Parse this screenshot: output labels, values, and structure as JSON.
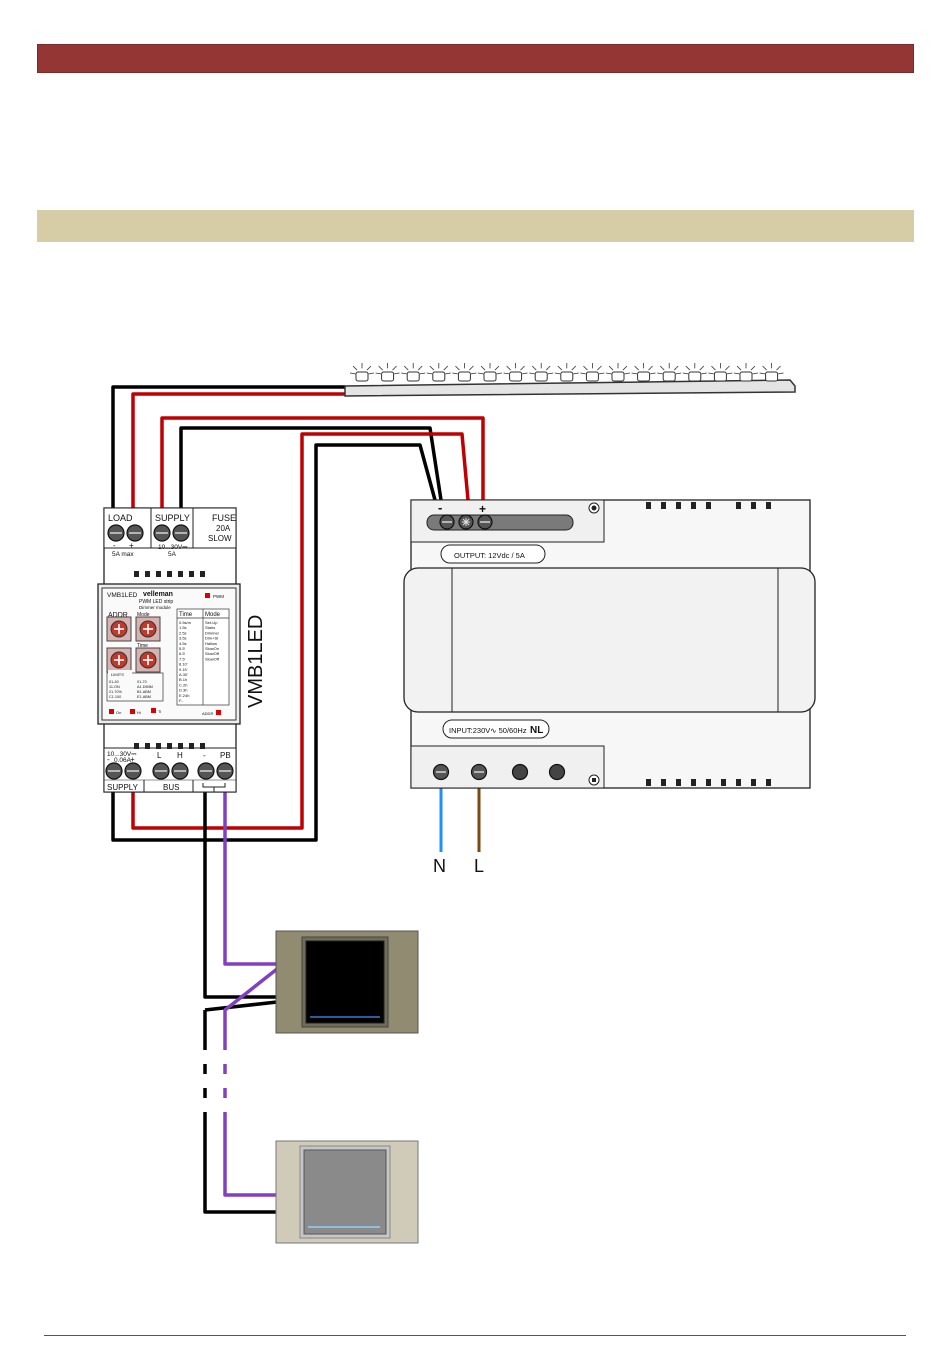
{
  "diagram": {
    "module": {
      "name": "VMB1LED",
      "brand": "velleman",
      "subtitle": "PWM LED strip",
      "subtitle2": "Dimmer module",
      "top_left_group": "LOAD",
      "top_left_polarity_minus": "-",
      "top_left_polarity_plus": "+",
      "top_left_rating": "5A max",
      "top_middle_group": "SUPPLY",
      "top_middle_rating": "10...30V⎓",
      "top_middle_rating2": "5A",
      "fuse_label": "FUSE",
      "fuse_value": "20A",
      "fuse_type": "SLOW",
      "panel_title": "VMB1LED",
      "pwm_label": "PWM",
      "addr_label": "ADDR",
      "mode_label": "Mode",
      "time_label": "Time",
      "table_time_header": "Time",
      "table_mode_header": "Mode",
      "time_values": [
        "0.5s/m",
        "1.5s",
        "2.5s",
        "3.5s",
        "4.5s",
        "5.5'",
        "6.5'",
        "7.5'",
        "8.10'",
        "9.15'",
        "A.30'",
        "B.1h",
        "C.2h",
        "D.3h",
        "E.24h",
        "F.-"
      ],
      "mode_values": [
        "Set-Up",
        "Stairs",
        "Dimmer",
        "Dim+St",
        "Hallow",
        "SlowOn",
        "SlowOff",
        "SlowOff"
      ],
      "limits_label": "LIMITS",
      "limits_left": [
        "01-40",
        "11.ON",
        "21.70%",
        "C1.100"
      ],
      "limits_right": [
        "01-70",
        "A1.DIMM",
        "B1.ABM",
        "E1.ABM"
      ],
      "led_labels": [
        "On",
        "Hi",
        "Ti"
      ],
      "addr_led": "ADDR",
      "bottom_supply_rating": "10...30V⎓",
      "bottom_supply_current": "0.06A",
      "bottom_supply_minus": "-",
      "bottom_supply_plus": "+",
      "bottom_bus_l": "L",
      "bottom_bus_h": "H",
      "bottom_pb_minus": "-",
      "bottom_pb_label": "PB",
      "bottom_supply_group": "SUPPLY",
      "bottom_bus_group": "BUS"
    },
    "psu": {
      "terminal_minus": "-",
      "terminal_plus": "+",
      "output_label": "OUTPUT: 12Vdc / 5A",
      "input_label": "INPUT:230V∿ 50/60Hz",
      "input_badge": "NL"
    },
    "mains": {
      "neutral": "N",
      "line": "L"
    },
    "colors": {
      "wire_red": "#c00000",
      "wire_black": "#000000",
      "wire_purple": "#8040c0",
      "wire_blue": "#1e90ff",
      "wire_brown": "#7a4a10",
      "header_red": "#943634",
      "header_tan": "#d6cca6"
    }
  }
}
